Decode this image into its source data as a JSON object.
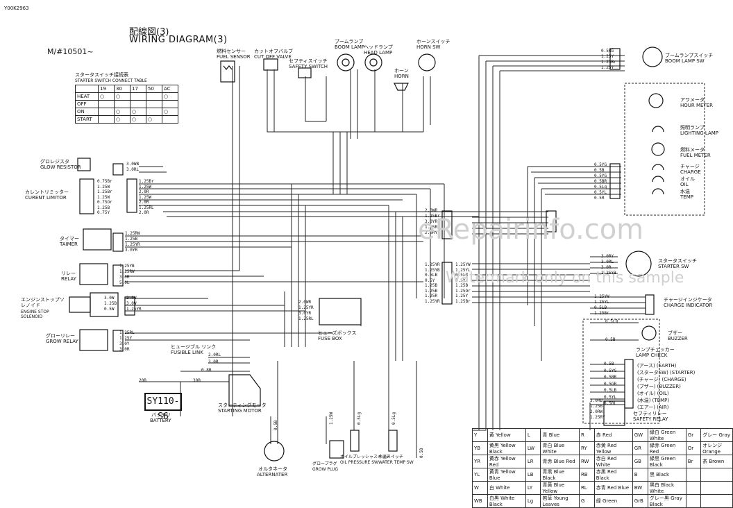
{
  "header": {
    "doc_code": "Y00K2963",
    "title_jp": "配線図(3)",
    "title_en": "WIRING DIAGRAM(3)",
    "model": "M/#10501~"
  },
  "connect_table": {
    "title_jp": "スタータスイッチ接続表",
    "title_en": "STARTER SWITCH CONNECT TABLE",
    "columns": [
      "19",
      "30",
      "17",
      "50",
      "AC"
    ],
    "rows": [
      "HEAT",
      "OFF",
      "ON",
      "START"
    ]
  },
  "components": {
    "fuel_sensor": {
      "jp": "燃料センサー",
      "en": "FUEL SENSOR"
    },
    "cut_off_valve": {
      "jp": "カットオフバルブ",
      "en": "CUT OFF VALVE"
    },
    "safety_switch": {
      "jp": "セフティスイッチ",
      "en": "SAFETY SWITCH"
    },
    "boom_lamp": {
      "jp": "ブームランプ",
      "en": "BOOM LAMP"
    },
    "head_lamp": {
      "jp": "ヘッドランプ",
      "en": "HEAD LAMP"
    },
    "horn": {
      "jp": "ホーン",
      "en": "HORN"
    },
    "horn_sw": {
      "jp": "ホーンスイッチ",
      "en": "HORN SW"
    },
    "boom_lamp_sw": {
      "jp": "ブームランプスイッチ",
      "en": "BOOM LAMP SW"
    },
    "hour_meter": {
      "jp": "アワメータ",
      "en": "HOUR METER"
    },
    "lighting_lamp": {
      "jp": "照明ランプ",
      "en": "LIGHTING LAMP"
    },
    "fuel_meter": {
      "jp": "燃料メータ",
      "en": "FUEL METER"
    },
    "charge": {
      "jp": "チャージ",
      "en": "CHARGE"
    },
    "oil": {
      "jp": "オイル",
      "en": "OIL"
    },
    "temp": {
      "jp": "水温",
      "en": "TEMP"
    },
    "glow_resistor": {
      "jp": "グロレジスタ",
      "en": "GLOW RESISTOR"
    },
    "current_limitor": {
      "jp": "カレントリミッター",
      "en": "CURENT LIMITOR"
    },
    "timer": {
      "jp": "タイマー",
      "en": "TAIMER"
    },
    "relay": {
      "jp": "リレー",
      "en": "RELAY"
    },
    "engine_stop": {
      "jp": "エンジンストップソレノイド",
      "en": "ENGINE STOP SOLENOID"
    },
    "glow_relay": {
      "jp": "グローリレー",
      "en": "GROW RELAY"
    },
    "fusible_link": {
      "jp": "ヒュージブル リンク",
      "en": "FUSIBLE LINK"
    },
    "battery": {
      "jp": "バッテリ",
      "en": "BATTERY",
      "model": "SY110-S6"
    },
    "starting_motor": {
      "jp": "スターティングモータ",
      "en": "STARTING MOTOR"
    },
    "alternator": {
      "jp": "オルタネータ",
      "en": "ALTERNATER"
    },
    "glow_plug": {
      "jp": "グロープラグ",
      "en": "GROW PLUG"
    },
    "oil_pressure_sw": {
      "jp": "オイルプレッシャスイッチ",
      "en": "OIL PRESSURE SW"
    },
    "water_temp_sw": {
      "jp": "水温スイッチ",
      "en": "WATER TEMP SW"
    },
    "fuse_box": {
      "jp": "ヒューズボックス",
      "en": "FUSE BOX"
    },
    "starter_sw": {
      "jp": "スタータスイッチ",
      "en": "STARTER SW"
    },
    "charge_indicator": {
      "jp": "チャージインジケータ",
      "en": "CHARGE INDICATOR"
    },
    "buzzer": {
      "jp": "ブザー",
      "en": "BUZZER"
    },
    "lamp_check": {
      "jp": "ランプチェッカー",
      "en": "LAMP CHECK"
    },
    "safety_relay": {
      "jp": "セフティリレー",
      "en": "SAFETY RELAY"
    }
  },
  "lamp_check_items": [
    "(アース) (EARTH)",
    "(スタータSW) (STARTER)",
    "(チャージ) (CHARGE)",
    "(ブザー) (BUZZER)",
    "(オイル) (OIL)",
    "(水温) (TEMP)",
    "(エアー) (AIR)"
  ],
  "wire_labels": {
    "glow": [
      "3.0WB",
      "3.0RL"
    ],
    "limitor": [
      "1.25Br",
      "1.25W",
      "2.0R",
      "1.25W",
      "2.0R",
      "1.25RL",
      "2.0R"
    ],
    "limitor_left": [
      "0.75Br",
      "1.25W",
      "1.25Br",
      "1.25W",
      "0.75Or",
      "1.25B",
      "0.75Y"
    ],
    "fuse_in": [
      "2.0WR",
      "1.25YR",
      "3.0YR",
      "1.25RL"
    ],
    "fuse_right": [
      "2.0WR",
      "1.25Br",
      "3.0YR",
      "1.25RL",
      "2.0RY"
    ],
    "center_block": [
      "1.25YR",
      "1.25YB",
      "0.5LB",
      "0.5Y",
      "1.25B",
      "1.25B",
      "1.25R",
      "1.25YR"
    ],
    "center_block_r": [
      "1.25YW",
      "1.25YL",
      "0.5LB",
      "0.5Y",
      "1.25B",
      "1.25Or",
      "1.25Y",
      "1.25Br"
    ],
    "starter_sw": [
      "3.0RY",
      "3.0RL",
      "3.0R",
      "1.25YB"
    ],
    "charge_ind": [
      "1.25YW",
      "1.25YL",
      "0.5LB",
      "1.25Br"
    ],
    "meter_wires": [
      "0.5YG",
      "0.5B",
      "0.5YG",
      "0.5BR",
      "0.5Lg",
      "0.5YL",
      "0.5R"
    ],
    "buzzer": [
      "0.5LB",
      "0.5B"
    ],
    "lamp_check": [
      "0.5B",
      "0.5YG",
      "0.5BR",
      "0.5GB",
      "0.5LB",
      "0.5YL",
      "0.5RL"
    ],
    "safety_relay": [
      "3.0RB",
      "1.25B",
      "2.0RW",
      "1.25RY"
    ],
    "boom_sw": [
      "0.5RG",
      "1.25Y",
      "1.25Br",
      "1.25Y"
    ],
    "timer": [
      "1.25RW",
      "1.25B",
      "1.25YR",
      "3.0YR"
    ],
    "relay": [
      "1.25YB",
      "1.25RW",
      "3.0R",
      "5.0L"
    ],
    "stop_sol": [
      "3.0W",
      "1.25B",
      "0.5W",
      "2.0W",
      "3.0W",
      "1.25YR"
    ],
    "grow_relay": [
      "1.25RL",
      "1.25Y",
      "3.0Y",
      "3.0R"
    ],
    "battery": [
      "20B",
      "30B",
      "2.0RL",
      "3.0R",
      "0.8B"
    ],
    "bottom": [
      "1.25W",
      "0.5Lg",
      "0.5Lg",
      "0.5B",
      "0.5B"
    ]
  },
  "color_legend": [
    [
      "Y",
      "黄",
      "Yellow",
      "L",
      "青",
      "Blue",
      "R",
      "赤",
      "Red",
      "GW",
      "緑白",
      "Green White",
      "Gr",
      "グレー",
      "Gray"
    ],
    [
      "YB",
      "黄黒",
      "Yellow Black",
      "LW",
      "青白",
      "Blue White",
      "RY",
      "赤黄",
      "Red Yellow",
      "GR",
      "緑赤",
      "Green Red",
      "Or",
      "オレンジ",
      "Orange"
    ],
    [
      "YR",
      "黄赤",
      "Yellow Red",
      "LR",
      "青赤",
      "Blue Red",
      "RW",
      "赤白",
      "Red White",
      "GB",
      "緑黒",
      "Green Black",
      "Br",
      "茶",
      "Brown"
    ],
    [
      "YL",
      "黄青",
      "Yellow Blue",
      "LB",
      "青黒",
      "Blue Black",
      "RB",
      "赤黒",
      "Red Black",
      "B",
      "黒",
      "Black",
      "",
      "",
      ""
    ],
    [
      "W",
      "白",
      "White",
      "LY",
      "青黄",
      "Blue Yellow",
      "RL",
      "赤青",
      "Red Blue",
      "BW",
      "黒白",
      "Black White",
      "",
      "",
      ""
    ],
    [
      "WB",
      "白黒",
      "White Black",
      "Lg",
      "若草",
      "Young Leaves",
      "G",
      "緑",
      "Green",
      "GrB",
      "グレー黒",
      "Gray Black",
      "",
      "",
      ""
    ]
  ],
  "watermark": {
    "main": "eRepairinfo.com",
    "sub": "Watermark only on this sample"
  }
}
